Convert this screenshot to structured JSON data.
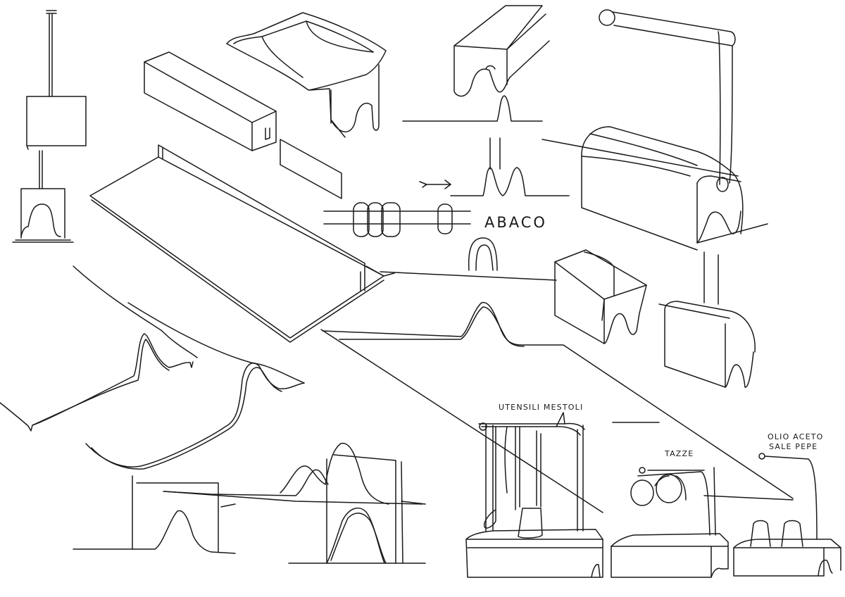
{
  "sketch": {
    "ink_color": "#1a1a1a",
    "paper_color": "#ffffff",
    "labels": {
      "abaco": "ABACO",
      "utensili": "UTENSILI MESTOLI",
      "tazze": "TAZZE",
      "olio_line1": "OLIO ACETO",
      "olio_line2": "SALE PEPE"
    }
  }
}
